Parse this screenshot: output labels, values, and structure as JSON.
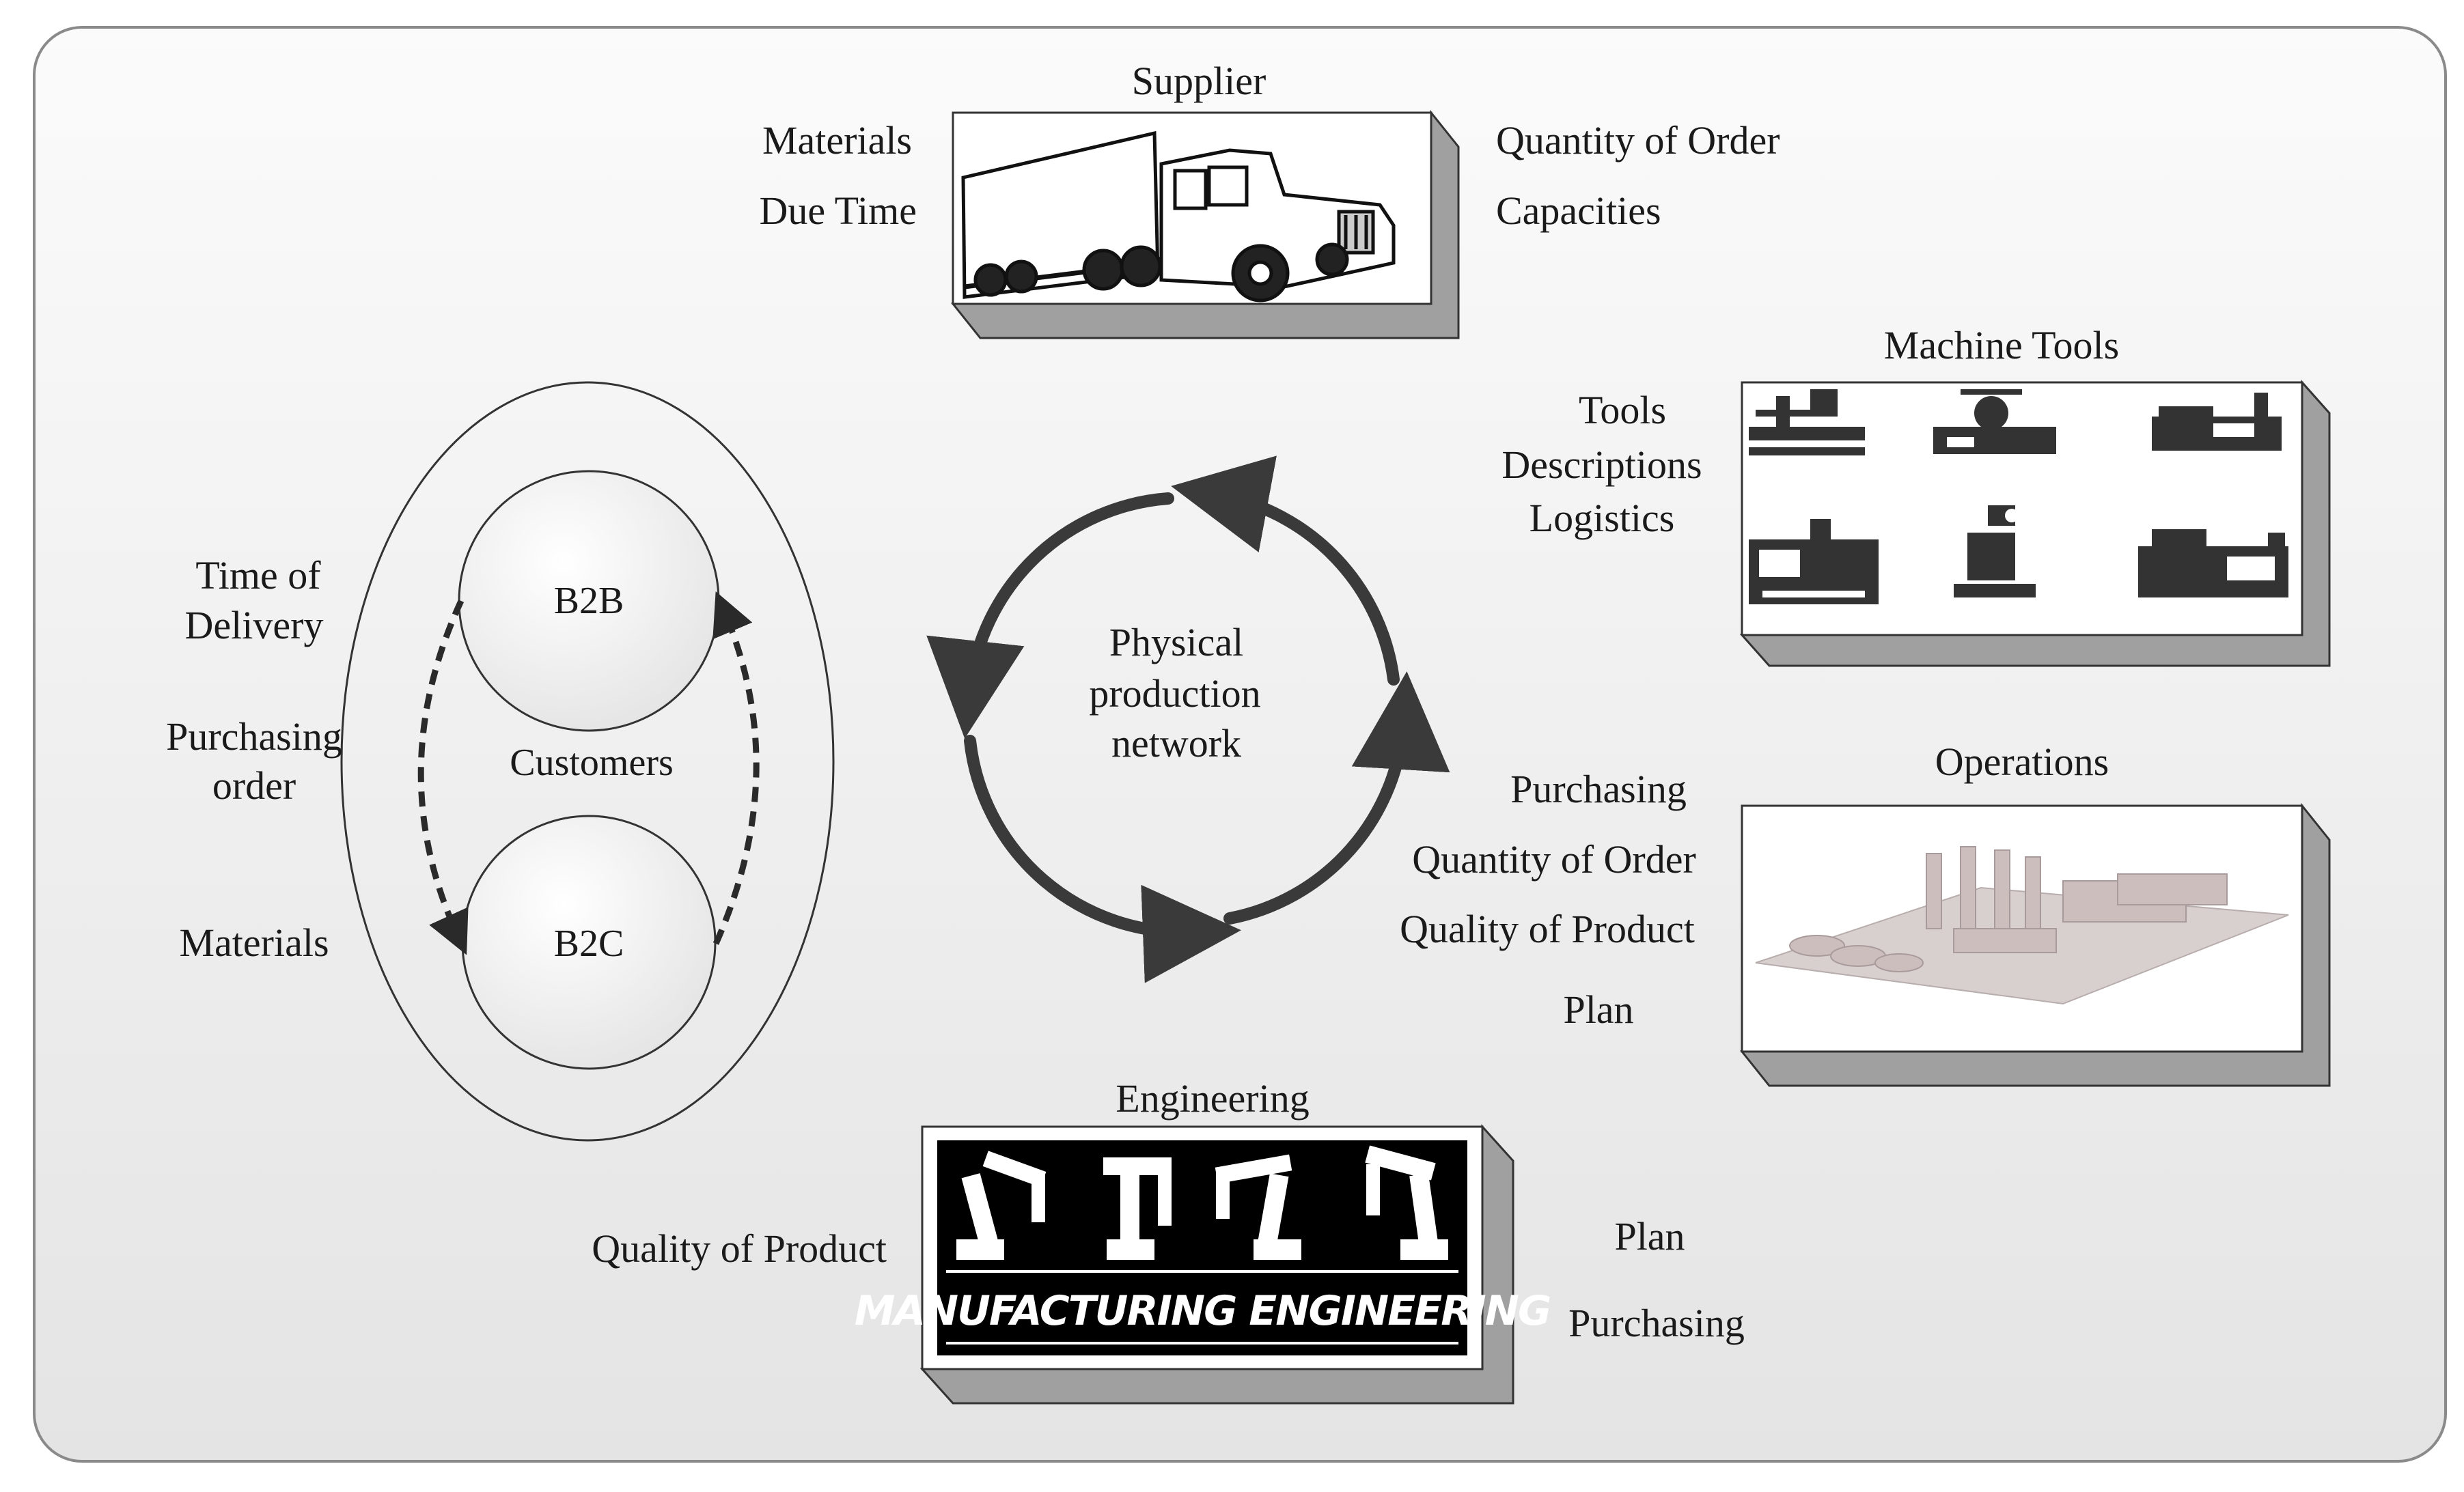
{
  "supplier": {
    "title": "Supplier",
    "left_labels": [
      "Materials",
      "Due Time"
    ],
    "right_labels": [
      "Quantity of Order",
      "Capacities"
    ],
    "image_icon": "truck-icon"
  },
  "machine_tools": {
    "title": "Machine Tools",
    "labels": [
      "Tools",
      "Descriptions",
      "Logistics"
    ],
    "image_icon": "machine-tools-icons"
  },
  "operations": {
    "title": "Operations",
    "labels": [
      "Purchasing",
      "Quantity of Order",
      "Quality of Product",
      "Plan"
    ],
    "image_icon": "factory-plant-icon"
  },
  "engineering": {
    "title": "Engineering",
    "left_label": "Quality of Product",
    "right_labels": [
      "Plan",
      "Purchasing"
    ],
    "banner_text": "MANUFACTURING ENGINEERING",
    "image_icon": "industrial-robots-icon"
  },
  "customers": {
    "label": "Customers",
    "top_circle": "B2B",
    "bottom_circle": "B2C",
    "left_labels": {
      "delivery_line1": "Time of",
      "delivery_line2": "Delivery",
      "purchasing_line1": "Purchasing",
      "purchasing_line2": "order",
      "materials": "Materials"
    }
  },
  "center": {
    "line1": "Physical",
    "line2": "production",
    "line3": "network"
  },
  "colors": {
    "frame_fill_top": "#fafafa",
    "frame_fill_bottom": "#e6e6e6",
    "arrow": "#3a3a3a",
    "box_shadow": "#9e9e9e",
    "banner_bg": "#000000",
    "banner_fg": "#ffffff"
  }
}
